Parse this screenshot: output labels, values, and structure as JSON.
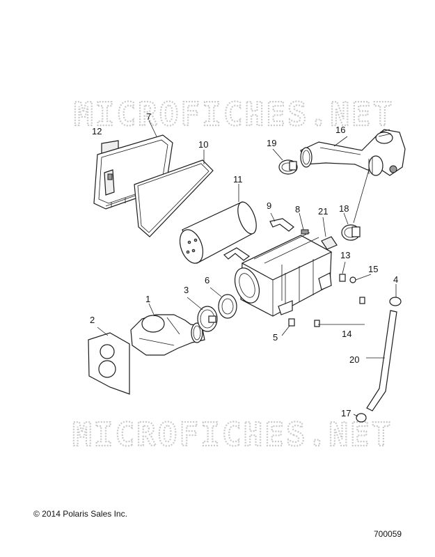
{
  "watermark": {
    "text": "MICROFICHES.NET",
    "color": "#c9c9c9"
  },
  "callouts": {
    "c1": "1",
    "c2": "2",
    "c3": "3",
    "c4": "4",
    "c5": "5",
    "c6": "6",
    "c7": "7",
    "c8": "8",
    "c9": "9",
    "c10": "10",
    "c11": "11",
    "c12": "12",
    "c13": "13",
    "c14": "14",
    "c15": "15",
    "c16": "16",
    "c17": "17",
    "c18": "18",
    "c19": "19",
    "c20": "20",
    "c21": "21"
  },
  "footer": {
    "copyright": "© 2014 Polaris Sales Inc.",
    "doc_number": "700059"
  }
}
